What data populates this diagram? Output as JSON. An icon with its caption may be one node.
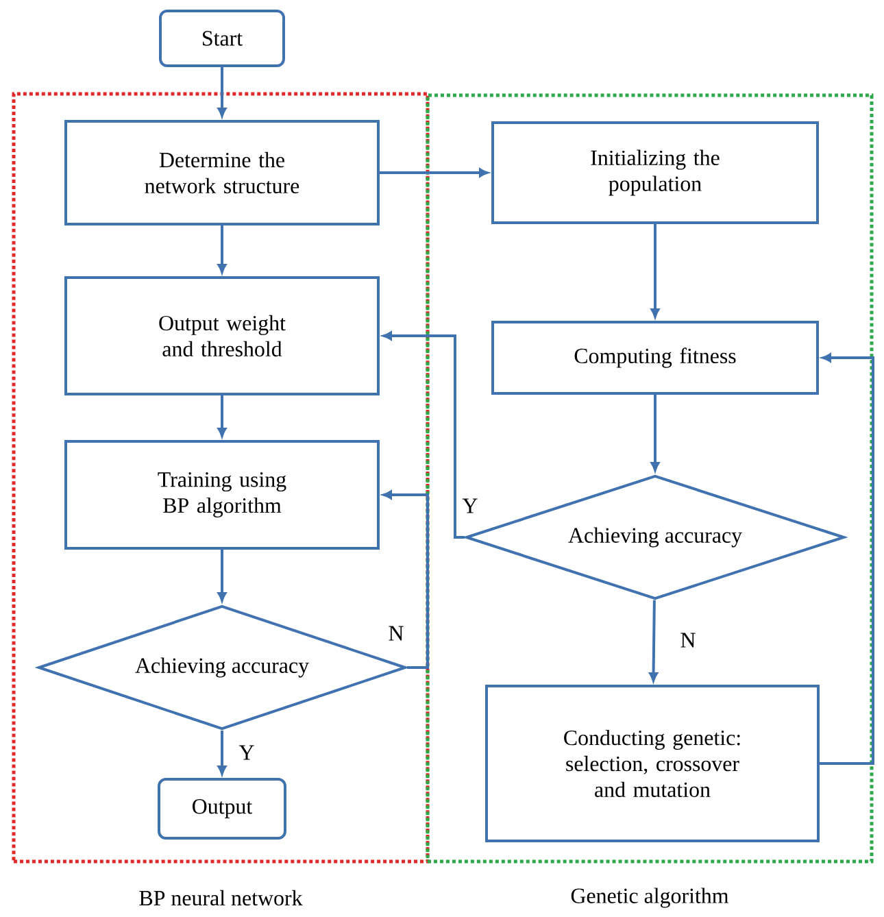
{
  "diagram": {
    "nodes": [
      {
        "text": [
          "Start"
        ]
      },
      {
        "text": [
          "BP neural network"
        ]
      },
      {
        "text": [
          "Genetic algorithm"
        ]
      },
      {
        "text": [
          "Determine the network structure"
        ],
        "in": 1
      },
      {
        "text": [
          "Output weight and threshold"
        ],
        "in": 1
      },
      {
        "text": [
          "Training using BP algorithm"
        ],
        "in": 1
      },
      {
        "text": [
          "Achieving accuracy"
        ],
        "in": 1
      },
      {
        "text": [
          "Output"
        ],
        "in": 1
      },
      {
        "text": [
          "Initializing the population"
        ],
        "in": 2
      },
      {
        "text": [
          "Computing fitness"
        ],
        "in": 2
      },
      {
        "text": [
          "Achieving accuracy"
        ],
        "in": 2
      },
      {
        "text": [
          "Conducting genetic: selection, crossover and mutation"
        ],
        "in": 2
      }
    ],
    "edges": [
      {
        "from": 0,
        "to": 3,
        "arrow": "to"
      },
      {
        "from": 3,
        "to": 4,
        "arrow": "to"
      },
      {
        "from": 4,
        "to": 5,
        "arrow": "to"
      },
      {
        "from": 5,
        "to": 6,
        "arrow": "to"
      },
      {
        "from": 6,
        "to": 7,
        "arrow": "to",
        "label": "Y"
      },
      {
        "from": 6,
        "to": 5,
        "arrow": "to",
        "label": "N"
      },
      {
        "from": 3,
        "to": 8,
        "arrow": "to"
      },
      {
        "from": 8,
        "to": 9,
        "arrow": "to"
      },
      {
        "from": 9,
        "to": 10,
        "arrow": "to"
      },
      {
        "from": 10,
        "to": 11,
        "arrow": "to",
        "label": "N"
      },
      {
        "from": 11,
        "to": 9,
        "arrow": "to"
      },
      {
        "from": 10,
        "to": 4,
        "arrow": "to",
        "label": "Y"
      }
    ]
  }
}
